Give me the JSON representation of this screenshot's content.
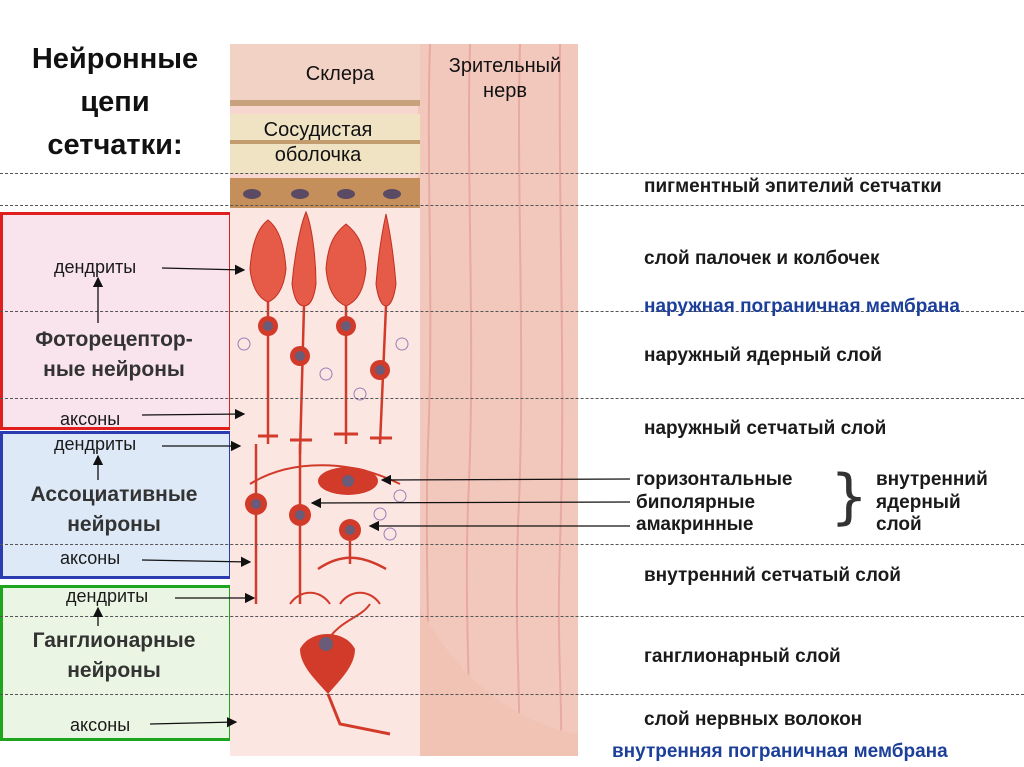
{
  "title": [
    "Нейронные",
    "цепи",
    "сетчатки:"
  ],
  "tissue_labels": {
    "sclera": "Склера",
    "optic_nerve": [
      "Зрительный",
      "нерв"
    ],
    "choroid": [
      "Сосудистая",
      "оболочка"
    ]
  },
  "layers": {
    "pigment": "пигментный эпителий сетчатки",
    "rods_cones": "слой палочек и колбочек",
    "outer_limiting": "наружная пограничная мембрана",
    "outer_nuclear": "наружный ядерный слой",
    "outer_plexiform": "наружный сетчатый слой",
    "inner_plexiform": "внутренний сетчатый слой",
    "ganglion": "ганглионарный слой",
    "nerve_fiber": "слой нервных волокон",
    "inner_limiting": "внутренняя пограничная мембрана"
  },
  "inner_nuclear": {
    "cells": [
      "горизонтальные",
      "биполярные",
      "амакринные"
    ],
    "label": [
      "внутренний",
      "ядерный",
      "слой"
    ]
  },
  "groups": {
    "photoreceptor": {
      "name": [
        "Фоторецептор-",
        "ные нейроны"
      ],
      "dendrites": "дендриты",
      "axons": "аксоны",
      "color": "#e01e1e",
      "fill": "#f9e3ec"
    },
    "associative": {
      "name": [
        "Ассоциативные",
        "нейроны"
      ],
      "dendrites": "дендриты",
      "axons": "аксоны",
      "color": "#2a3cb0",
      "fill": "#dde9f7"
    },
    "ganglionic": {
      "name": [
        "Ганглионарные",
        "нейроны"
      ],
      "dendrites": "дендриты",
      "axons": "аксоны",
      "color": "#1ea51e",
      "fill": "#eaf6e3"
    }
  }
}
